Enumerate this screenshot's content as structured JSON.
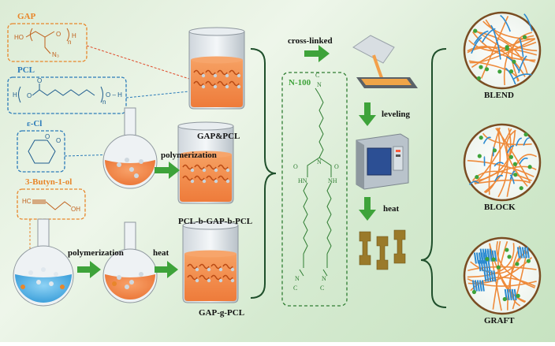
{
  "colors": {
    "orange": "#e8862a",
    "blue": "#2b7bb9",
    "green": "#3ea33a",
    "dark_green": "#2f7d32",
    "liquid": "#f38b47",
    "sphere": "#3aa3d8"
  },
  "labels": {
    "gap": "GAP",
    "pcl": "PCL",
    "ecl": "ε-Cl",
    "butynol": "3-Butyn-1-ol",
    "beaker1": "GAP&PCL",
    "beaker2": "PCL-b-GAP-b-PCL",
    "beaker3": "GAP-g-PCL",
    "polymerization1": "polymerization",
    "polymerization2": "polymerization",
    "heat1": "heat",
    "crosslinked": "cross-linked",
    "n100": "N-100",
    "leveling": "leveling",
    "heat2": "heat",
    "blend": "BLEND",
    "block": "BLOCK",
    "graft": "GRAFT"
  },
  "chem": {
    "gap_ho": "HO",
    "gap_o": "O",
    "gap_h": "H",
    "gap_n": "n",
    "gap_n3": "N₃",
    "pcl_h": "H",
    "pcl_o1": "O",
    "pcl_o2": "O",
    "pcl_n": "n",
    "pcl_oh": "O – H",
    "ecl_o": "O",
    "ecl_o2": "O",
    "but_hc": "HC",
    "but_oh": "OH",
    "n100_o1": "O",
    "n100_o2": "O",
    "n100_n": "N",
    "n100_hn1": "HN",
    "n100_hn2": "NH",
    "n100_c1": "C",
    "n100_c2": "C",
    "n100_c3": "C",
    "n100_ncoa": "N",
    "n100_ncob": "N",
    "n100_ncoc": "N"
  }
}
